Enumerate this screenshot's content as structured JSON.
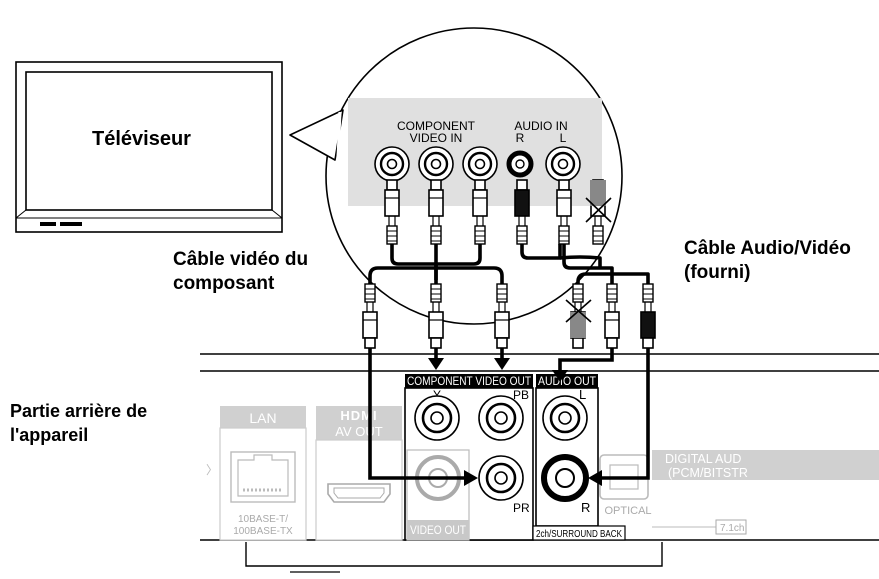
{
  "labels": {
    "tv": "Téléviseur",
    "component_cable_1": "Câble vidéo du",
    "component_cable_2": "composant",
    "av_cable_1": "Câble Audio/Vidéo",
    "av_cable_2": "(fourni)",
    "rear_1": "Partie arrière de",
    "rear_2": "l'appareil"
  },
  "tv_panel": {
    "component_1": "COMPONENT",
    "component_2": "VIDEO IN",
    "audio_in": "AUDIO IN",
    "r": "R",
    "l": "L"
  },
  "player_panel": {
    "lan": "LAN",
    "hdmi_logo": "HDMI",
    "av_out": "AV OUT",
    "base_1": "10BASE-T/",
    "base_2": "100BASE-TX",
    "component_video_out": "COMPONENT VIDEO OUT",
    "audio_out": "AUDIO OUT",
    "y": "Y",
    "pb": "PB",
    "pr": "PR",
    "l": "L",
    "r": "R",
    "video_out": "VIDEO OUT",
    "surround": "2ch/SURROUND BACK",
    "optical": "OPTICAL",
    "digital_1": "DIGITAL AUD",
    "digital_2": "(PCM/BITSTR",
    "ch71": "7.1ch"
  }
}
